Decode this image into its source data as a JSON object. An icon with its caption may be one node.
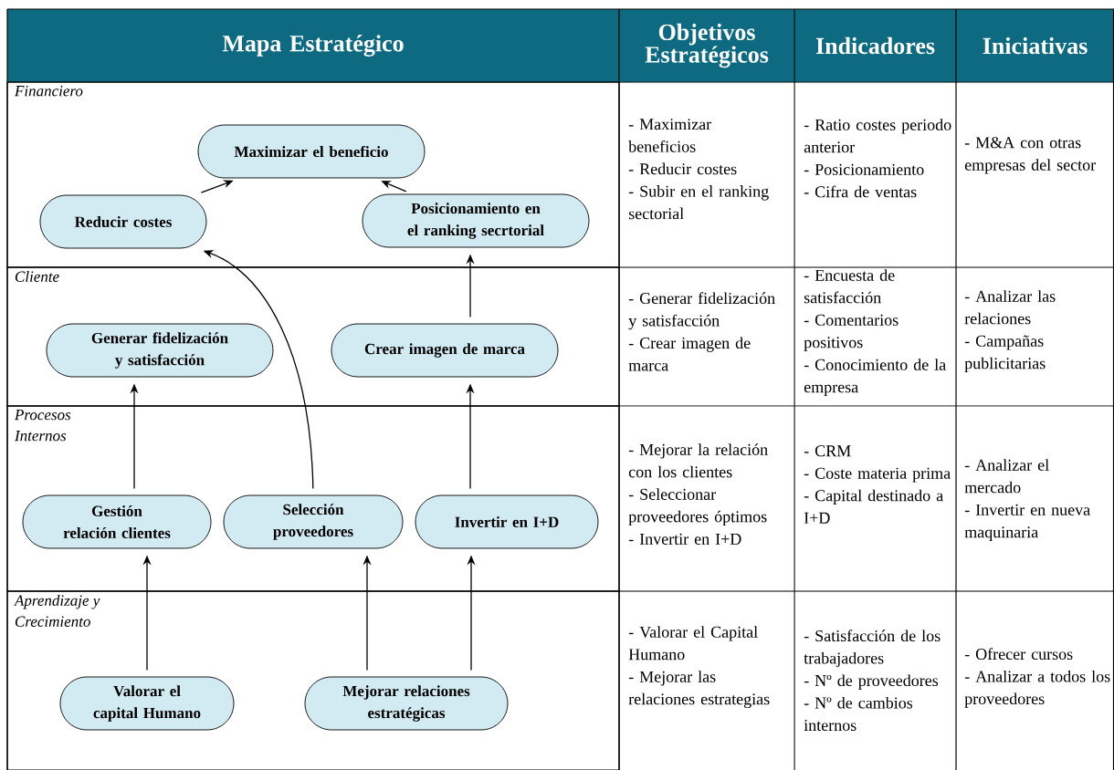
{
  "diagram": {
    "nodes": [
      {
        "text": [
          "Financiero"
        ]
      },
      {
        "text": [
          "Maximizar el beneficio"
        ],
        "in": 0
      },
      {
        "text": [
          "Reducir costes"
        ],
        "in": 0
      },
      {
        "text": [
          "Posicionamiento en el ranking secrtorial"
        ],
        "in": 0
      },
      {
        "text": [
          "Cliente"
        ]
      },
      {
        "text": [
          "Generar fidelización y satisfacción"
        ],
        "in": 4
      },
      {
        "text": [
          "Crear imagen de marca"
        ],
        "in": 4
      },
      {
        "text": [
          "Procesos Internos"
        ]
      },
      {
        "text": [
          "Gestión relación clientes"
        ],
        "in": 7
      },
      {
        "text": [
          "Selección proveedores"
        ],
        "in": 7
      },
      {
        "text": [
          "Invertir en I+D"
        ],
        "in": 7
      },
      {
        "text": [
          "Aprendizaje y Crecimiento"
        ]
      },
      {
        "text": [
          "Valorar el capital Humano"
        ],
        "in": 11
      },
      {
        "text": [
          "Mejorar relaciones estratégicas"
        ],
        "in": 11
      }
    ],
    "edges": [
      {
        "from": 2,
        "to": 1,
        "arrow": "to"
      },
      {
        "from": 3,
        "to": 1,
        "arrow": "to"
      },
      {
        "from": 6,
        "to": 3,
        "arrow": "to"
      },
      {
        "from": 9,
        "to": 2,
        "arrow": "to"
      },
      {
        "from": 8,
        "to": 5,
        "arrow": "to"
      },
      {
        "from": 10,
        "to": 6,
        "arrow": "to"
      },
      {
        "from": 12,
        "to": 8,
        "arrow": "to"
      },
      {
        "from": 13,
        "to": 9,
        "arrow": "to"
      },
      {
        "from": 13,
        "to": 10,
        "arrow": "to"
      }
    ],
    "labels": [
      "Mapa Estratégico",
      "Objetivos Estratégicos",
      "Indicadores",
      "Iniciativas",
      "- Maximizar beneficios",
      "- Reducir costes",
      "- Subir en el ranking sectorial",
      "- Ratio costes periodo anterior",
      "- Posicionamiento",
      "- Cifra de ventas",
      "- M&A con otras empresas del sector",
      "- Generar fidelización y satisfacción",
      "- Crear imagen de marca",
      "- Encuesta de satisfacción",
      "- Comentarios positivos",
      "- Conocimiento de la empresa",
      "- Analizar las relaciones",
      "- Campañas publicitarias",
      "- Mejorar la relación con los clientes",
      "- Seleccionar proveedores óptimos",
      "- Invertir en I+D",
      "- CRM",
      "- Coste materia prima",
      "- Capital destinado a I+D",
      "- Analizar el mercado",
      "- Invertir en nueva maquinaria",
      "- Valorar el Capital Humano",
      "- Mejorar las relaciones estrategias",
      "- Satisfacción de los trabajadores",
      "- Nº de proveedores",
      "- Nº de cambios internos",
      "- Ofrecer cursos",
      "- Analizar a todos los proveedores"
    ]
  }
}
